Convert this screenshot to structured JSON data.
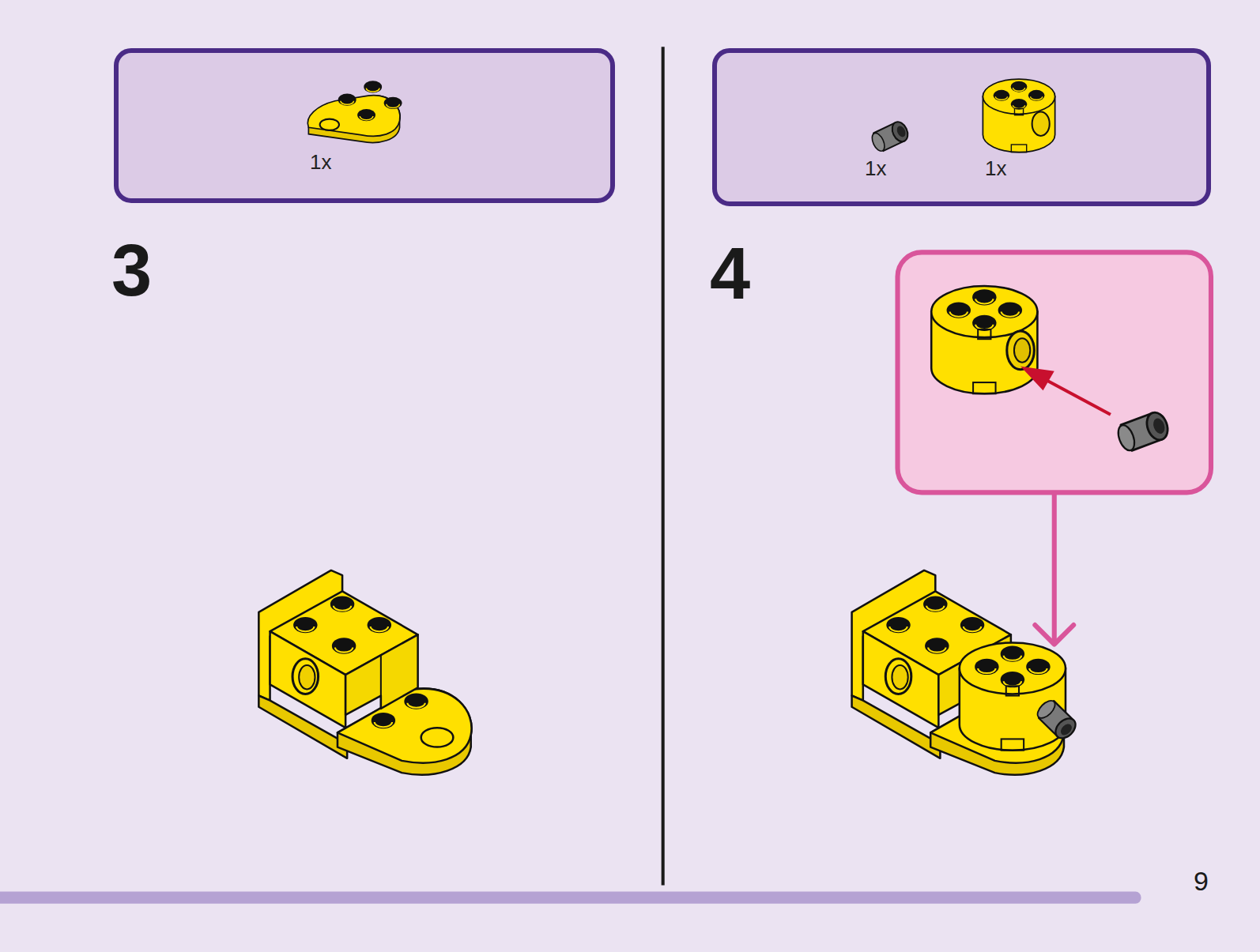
{
  "diagram": {
    "nodes": [
      {
        "text": [
          "1x"
        ]
      },
      {
        "text": [
          "1x",
          "1x"
        ]
      }
    ],
    "labels": [
      "3",
      "4",
      "9"
    ]
  }
}
